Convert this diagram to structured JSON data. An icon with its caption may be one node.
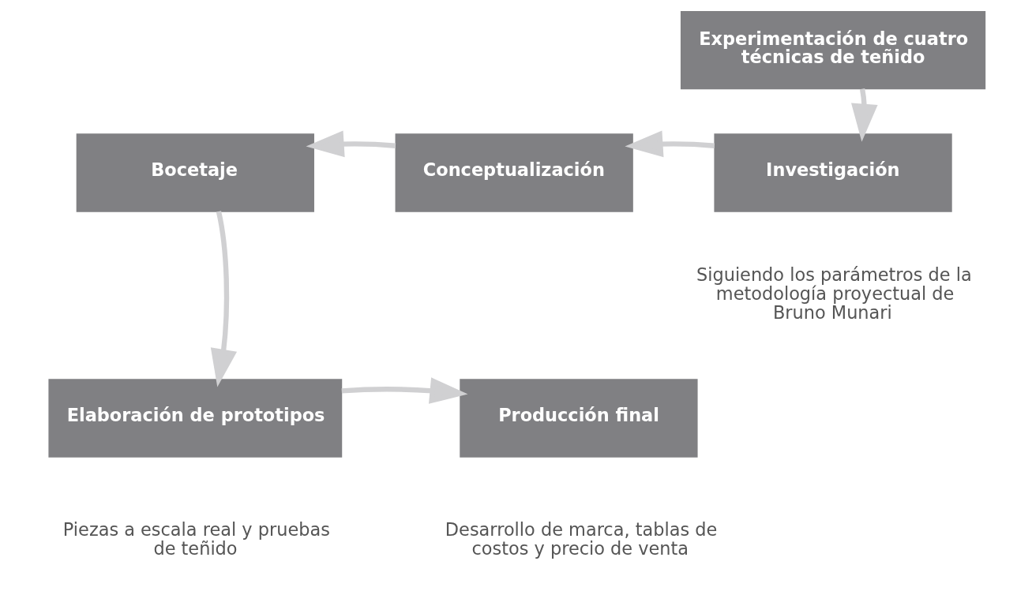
{
  "diagram": {
    "nodes": [
      {
        "text": [
          "Experimentación de cuatro técnicas de teñido"
        ]
      },
      {
        "text": [
          "Investigación"
        ],
        "beside": [
          "Siguiendo los parámetros de la metodología proyectual de Bruno Munari"
        ]
      },
      {
        "text": [
          "Conceptualización"
        ]
      },
      {
        "text": [
          "Bocetaje"
        ]
      },
      {
        "text": [
          "Elaboración de prototipos"
        ],
        "beside": [
          "Piezas a escala real y pruebas de teñido"
        ]
      },
      {
        "text": [
          "Producción final"
        ],
        "beside": [
          "Desarrollo de marca, tablas de costos y precio de venta"
        ]
      }
    ],
    "edges": [
      {
        "from": 0,
        "to": 1,
        "arrow": "to"
      },
      {
        "from": 1,
        "to": 2,
        "arrow": "to"
      },
      {
        "from": 2,
        "to": 3,
        "arrow": "to"
      },
      {
        "from": 3,
        "to": 4,
        "arrow": "to"
      },
      {
        "from": 4,
        "to": 5,
        "arrow": "to"
      }
    ]
  }
}
